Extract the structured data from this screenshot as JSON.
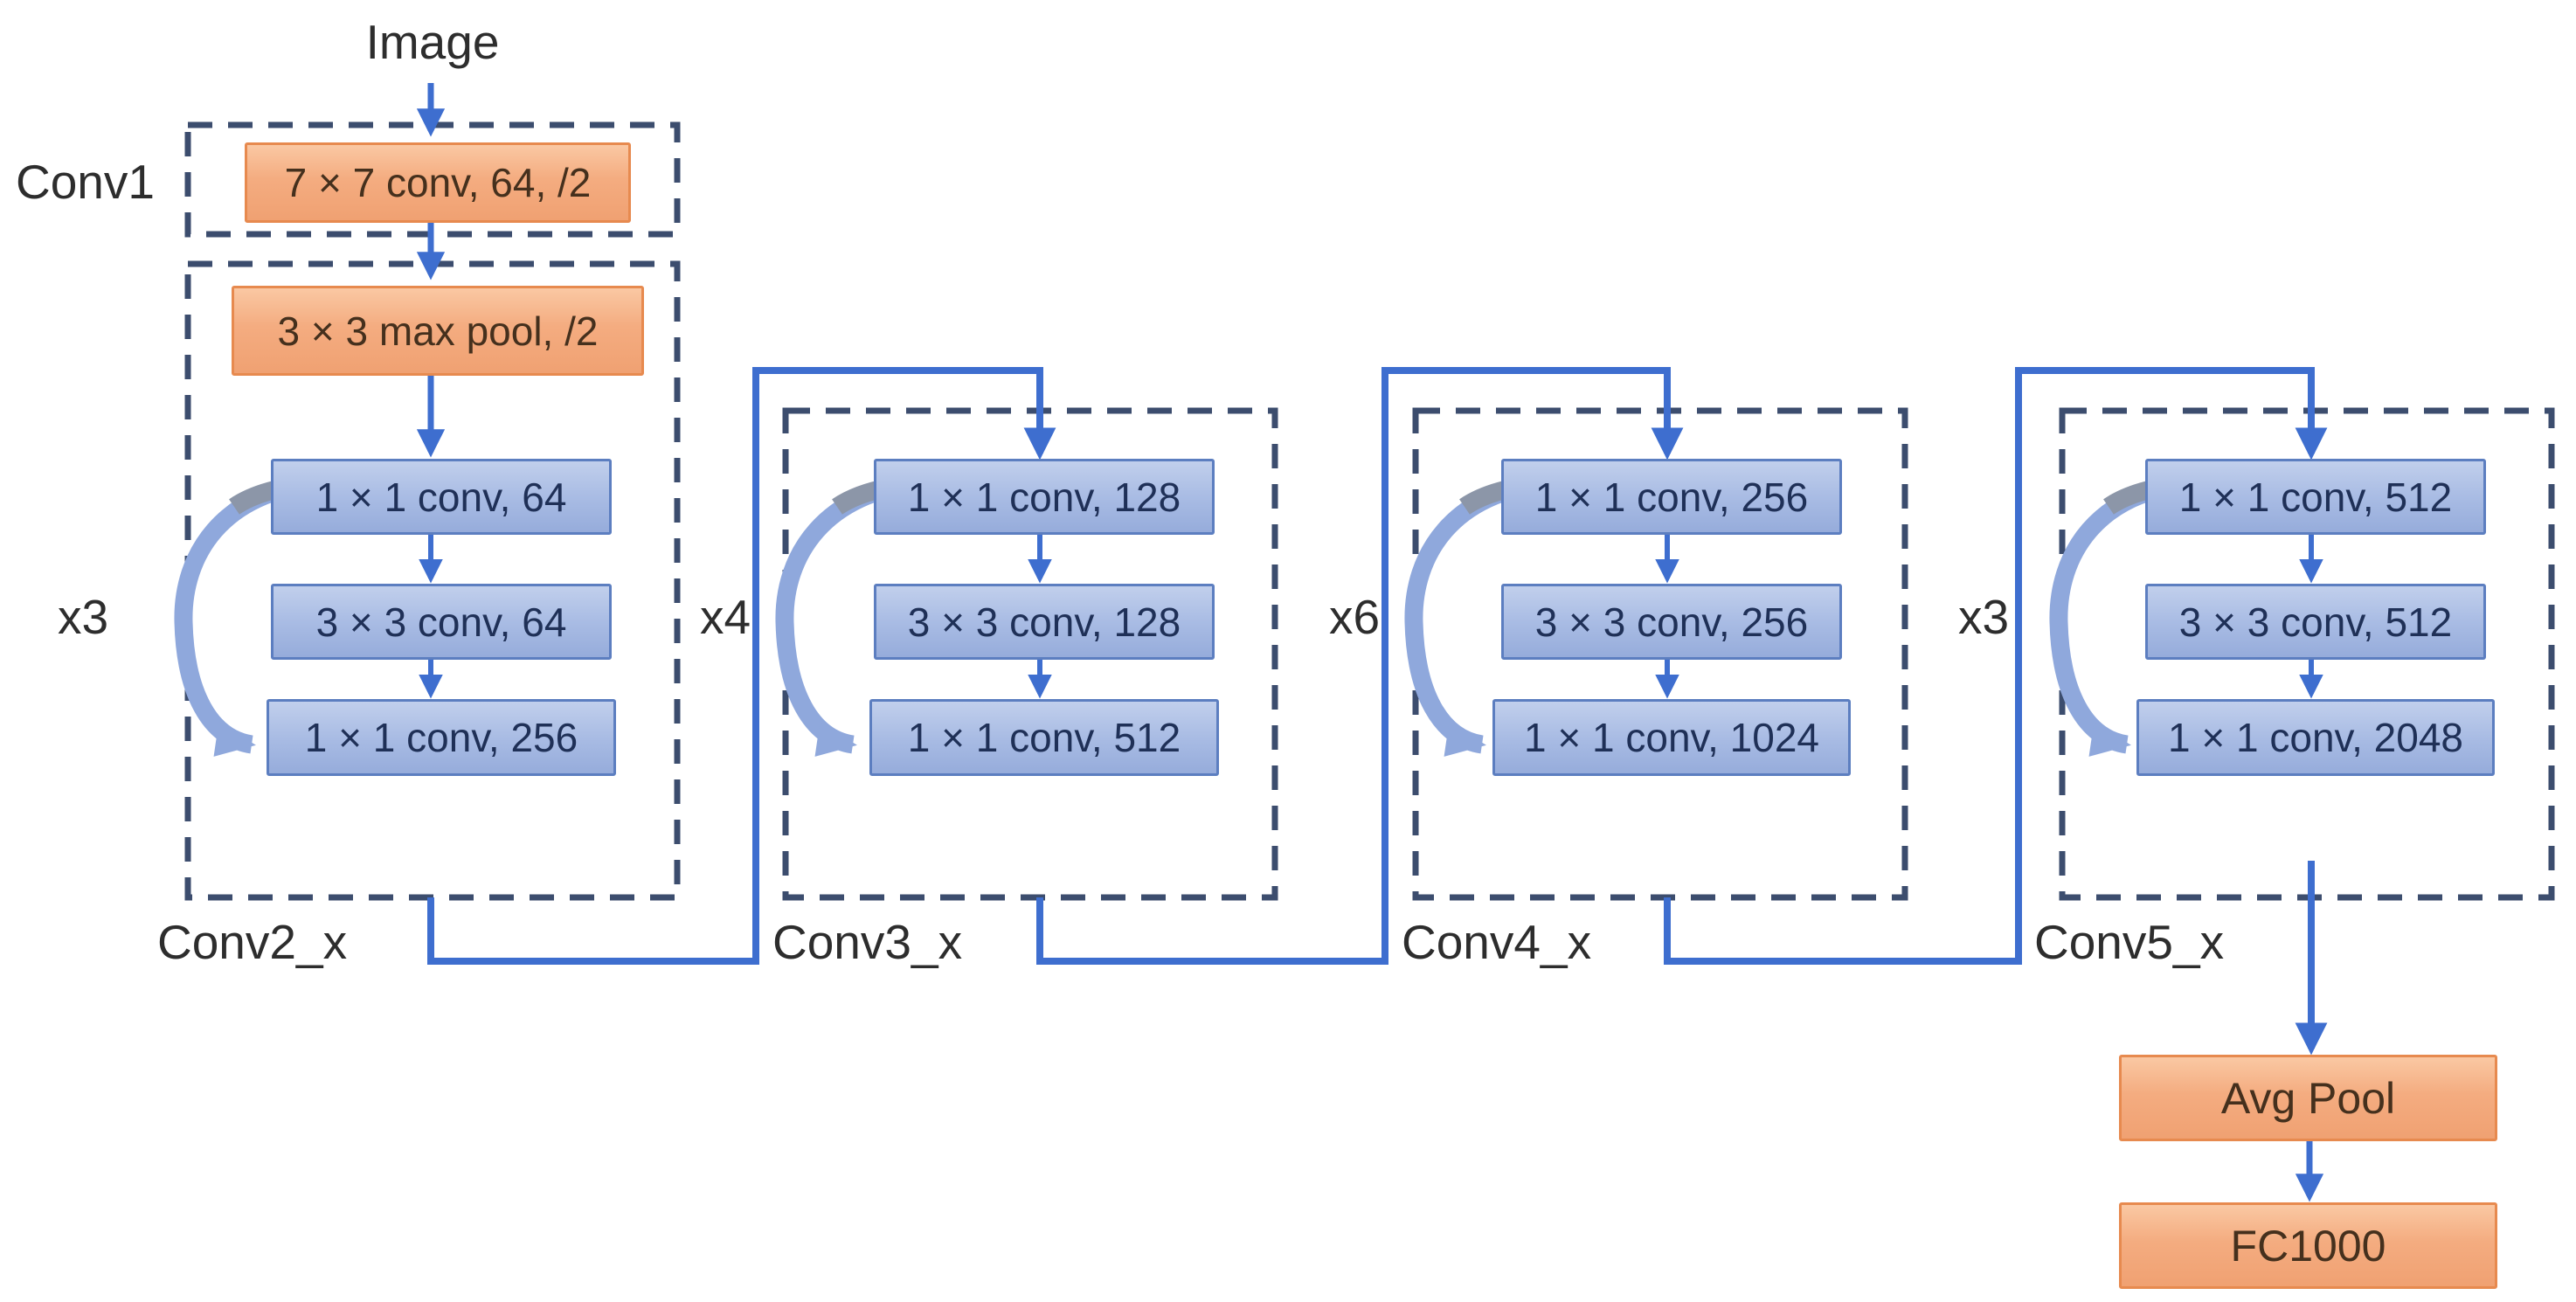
{
  "diagram": {
    "input_label": "Image",
    "conv1": {
      "name": "Conv1",
      "box": "7 × 7 conv, 64, /2"
    },
    "stages": [
      {
        "name": "Conv2_x",
        "repeat": "x3",
        "pre_box": "3 × 3 max pool, /2",
        "boxes": [
          "1 × 1 conv, 64",
          "3 × 3 conv, 64",
          "1 × 1 conv, 256"
        ]
      },
      {
        "name": "Conv3_x",
        "repeat": "x4",
        "boxes": [
          "1 × 1 conv, 128",
          "3 × 3 conv, 128",
          "1 × 1 conv, 512"
        ]
      },
      {
        "name": "Conv4_x",
        "repeat": "x6",
        "boxes": [
          "1 × 1 conv, 256",
          "3 × 3 conv, 256",
          "1 × 1 conv, 1024"
        ]
      },
      {
        "name": "Conv5_x",
        "repeat": "x3",
        "boxes": [
          "1 × 1 conv, 512",
          "3 × 3 conv, 512",
          "1 × 1 conv, 2048"
        ]
      }
    ],
    "head": {
      "avg_pool": "Avg Pool",
      "fc": "FC1000"
    },
    "colors": {
      "orange_fill": "#F4AC80",
      "orange_border": "#E78A4F",
      "blue_fill": "#A9BCE4",
      "blue_border": "#5C7EC0",
      "arrow_blue": "#3E6ECF",
      "dashed_border": "#3C4D6E",
      "skip_arrow": "#8FA8DC",
      "skip_arrow_tail": "#8C96A8",
      "label_text": "#2D2D2D",
      "orange_text": "#45301D",
      "blue_text": "#1F3057"
    }
  }
}
